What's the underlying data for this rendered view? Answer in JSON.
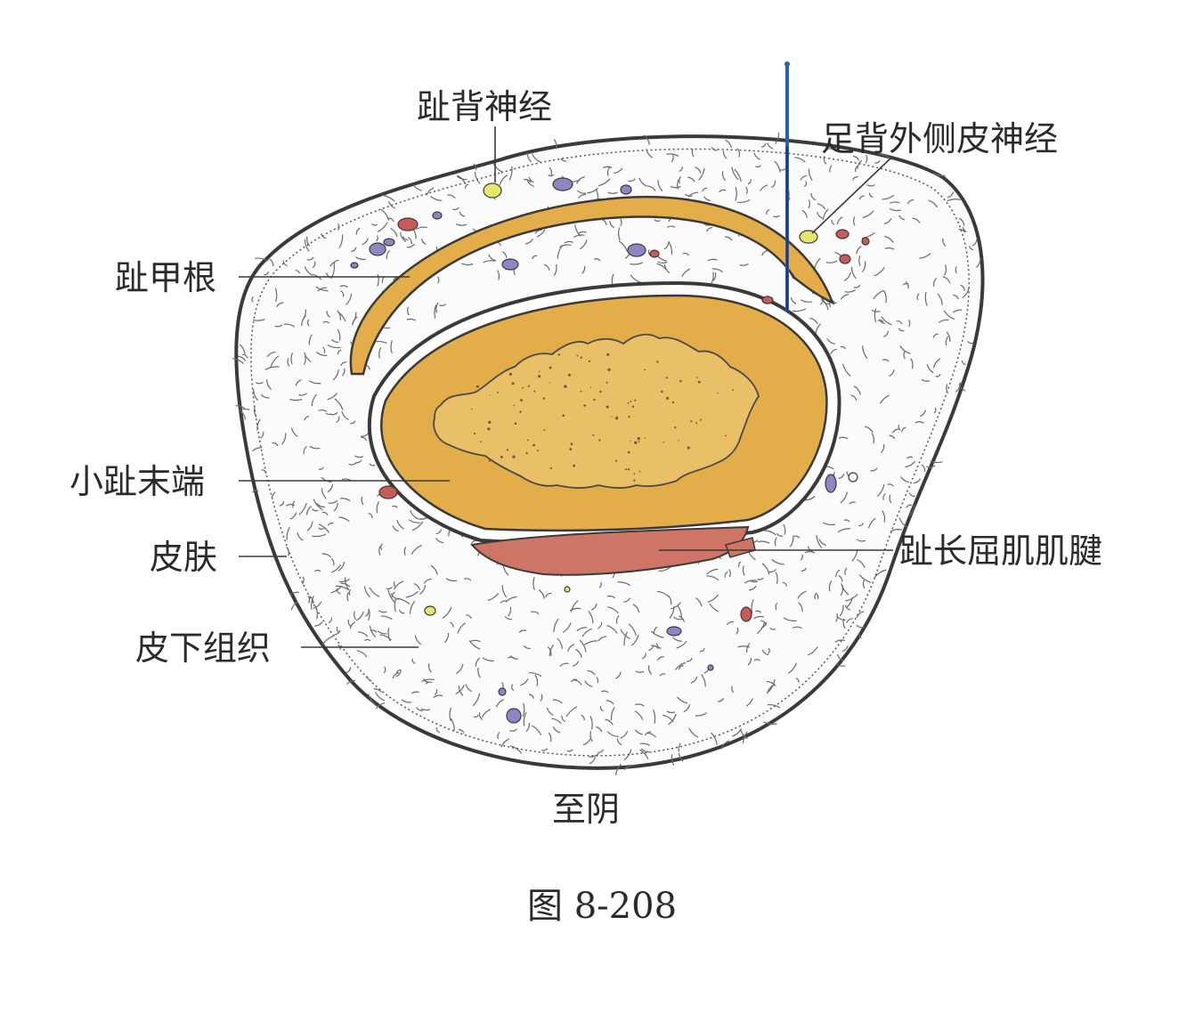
{
  "labels": {
    "toe_dorsal_nerve": "趾背神经",
    "lateral_dorsal_cutaneous_nerve": "足背外侧皮神经",
    "nail_root": "趾甲根",
    "little_toe_tip": "小趾末端",
    "skin": "皮肤",
    "flexor_tendon": "趾长屈肌肌腱",
    "subcutaneous_tissue": "皮下组织",
    "acupoint": "至阴"
  },
  "caption": "图 8-208",
  "colors": {
    "bone": "#e3ad4a",
    "bone_marrow": "#e9bf68",
    "nail": "#e3ad4a",
    "tendon": "#cf7565",
    "outline": "#3a3a3a",
    "needle": "#2c5fb0",
    "nerve": "#e4e86a",
    "vein": "#8d86c4",
    "artery": "#c95a5a"
  }
}
